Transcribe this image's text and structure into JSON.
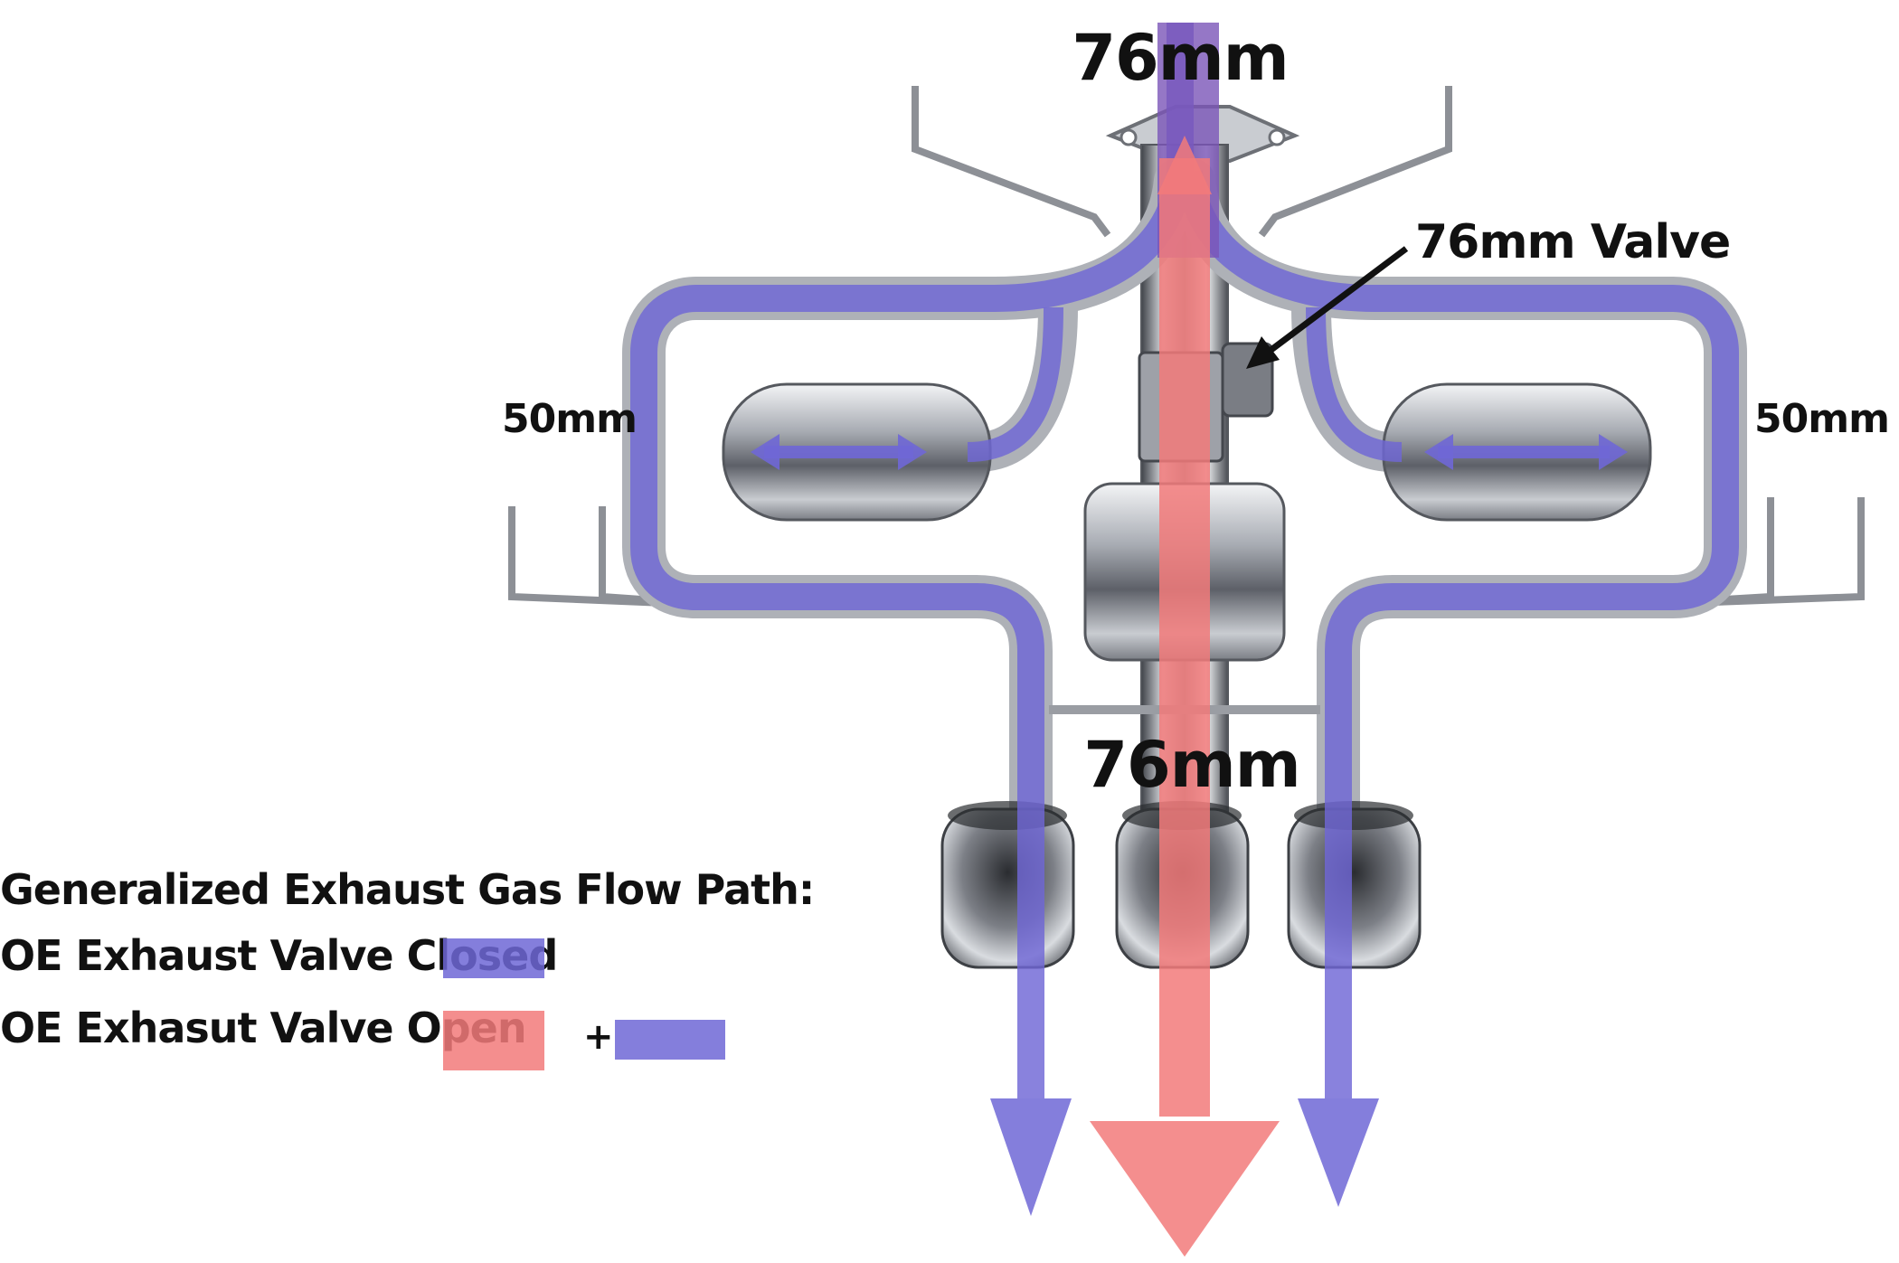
{
  "labels": {
    "top_diameter": "76mm",
    "valve_callout": "76mm Valve",
    "left_branch": "50mm",
    "right_branch": "50mm",
    "center_diameter": "76mm"
  },
  "legend": {
    "title": "Generalized Exhaust Gas Flow Path:",
    "closed_label": "OE Exhaust Valve Closed",
    "open_label": "OE Exhasut Valve Open",
    "plus_sign": "+"
  },
  "colors": {
    "closed_flow": "#6f67d6",
    "open_flow": "#f27a7a",
    "pipe_steel": "#b9bcc2",
    "background": "#ffffff"
  }
}
